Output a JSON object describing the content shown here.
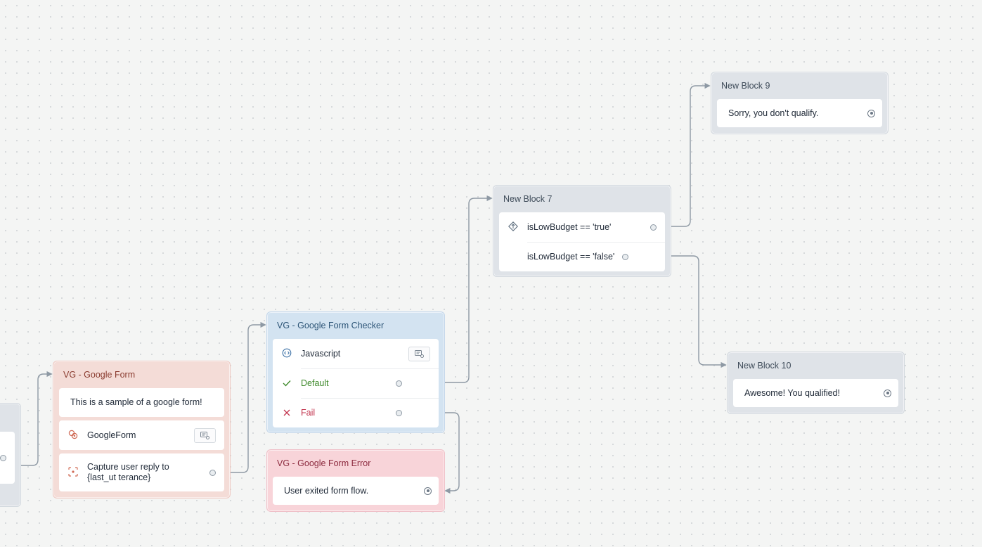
{
  "blocks": {
    "left_stub": {
      "title": ""
    },
    "google_form": {
      "title": "VG - Google Form",
      "text_step": "This is a sample of a google form!",
      "integration_label": "GoogleForm",
      "capture_label": "Capture user reply to {last_ut terance}"
    },
    "form_checker": {
      "title": "VG - Google Form Checker",
      "code_label": "Javascript",
      "default_label": "Default",
      "fail_label": "Fail"
    },
    "form_error": {
      "title": "VG - Google Form Error",
      "message": "User exited form flow."
    },
    "block7": {
      "title": "New Block 7",
      "condition_true": "isLowBudget == 'true'",
      "condition_false": "isLowBudget == 'false'"
    },
    "block9": {
      "title": "New Block 9",
      "message": "Sorry, you don't qualify."
    },
    "block10": {
      "title": "New Block 10",
      "message": "Awesome! You qualified!"
    }
  },
  "icons": {
    "integration": "google-form-icon",
    "capture": "capture-icon",
    "code": "code-icon",
    "default": "check-icon",
    "fail": "close-icon",
    "condition": "condition-icon",
    "tool": "edit-form-icon"
  },
  "colors": {
    "canvas": "#f4f5f4",
    "block_gray": "#dfe3e8",
    "block_salmon": "#f4dcd7",
    "block_blue": "#d3e3f1",
    "block_pink": "#f8d4d9",
    "success": "#3f8a2c",
    "danger": "#c2334d",
    "connector": "#8e99a4"
  }
}
